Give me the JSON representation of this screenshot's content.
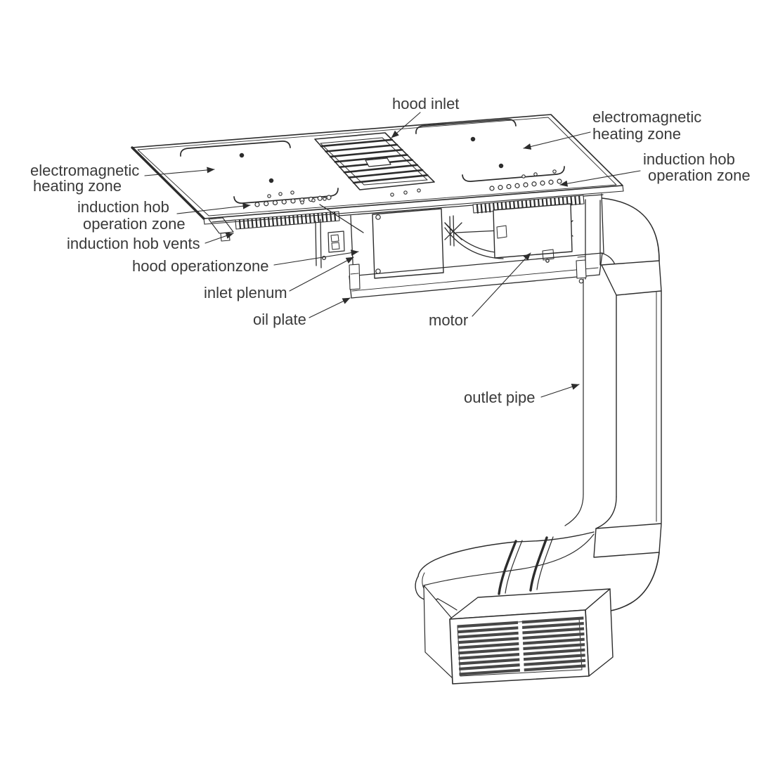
{
  "diagram": {
    "background": "#ffffff",
    "line_color": "#2c2c2c",
    "text_color": "#3a3a3a",
    "labels": {
      "hood_inlet": {
        "text": "hood inlet"
      },
      "heating_zone_right": {
        "line1": "electromagnetic",
        "line2": "heating zone"
      },
      "operation_zone_right": {
        "line1": "induction hob",
        "line2": "operation zone"
      },
      "heating_zone_left": {
        "line1": "electromagnetic",
        "line2": "heating zone"
      },
      "operation_zone_left": {
        "line1": "induction hob",
        "line2": "operation zone"
      },
      "hob_vents": {
        "text": "induction hob vents"
      },
      "hood_operation_zone": {
        "text": "hood operationzone"
      },
      "inlet_plenum": {
        "text": "inlet plenum"
      },
      "oil_plate": {
        "text": "oil plate"
      },
      "motor": {
        "text": "motor"
      },
      "outlet_pipe": {
        "text": "outlet pipe"
      }
    }
  }
}
